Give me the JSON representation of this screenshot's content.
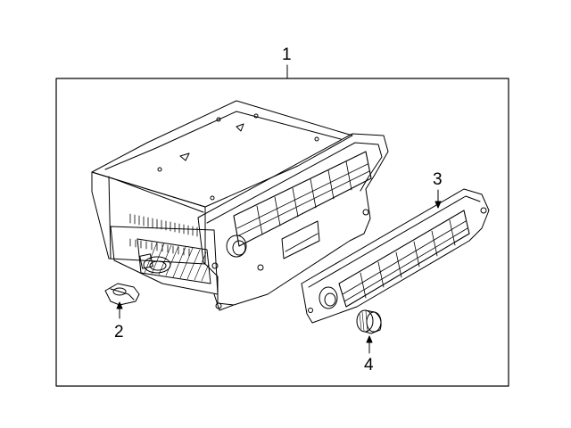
{
  "callouts": {
    "c1": "1",
    "c2": "2",
    "c3": "3",
    "c4": "4"
  },
  "parts": [
    {
      "callout": "1",
      "name": "radio-receiver-assembly"
    },
    {
      "callout": "2",
      "name": "knob"
    },
    {
      "callout": "3",
      "name": "control-panel"
    },
    {
      "callout": "4",
      "name": "knob"
    }
  ],
  "colors": {
    "line": "#000000",
    "background": "#ffffff"
  }
}
